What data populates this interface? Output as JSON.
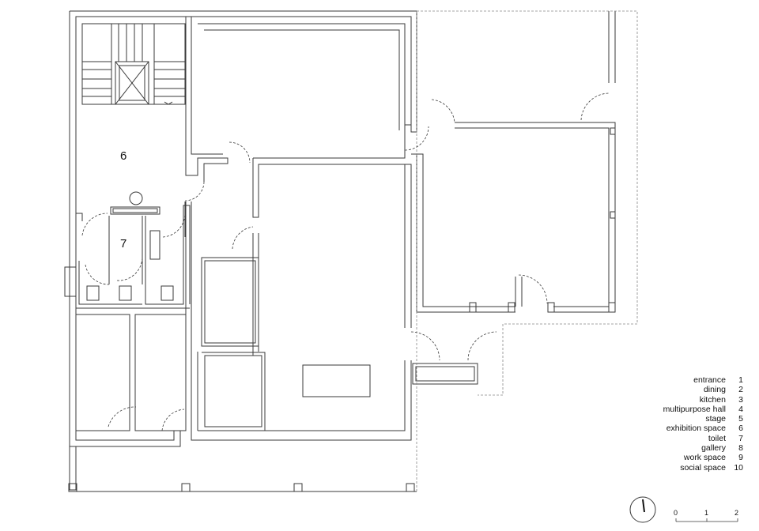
{
  "room_labels": [
    {
      "id": "exhibition",
      "text": "6"
    },
    {
      "id": "toilet",
      "text": "7"
    }
  ],
  "legend": [
    {
      "name": "entrance",
      "number": "1"
    },
    {
      "name": "dining",
      "number": "2"
    },
    {
      "name": "kitchen",
      "number": "3"
    },
    {
      "name": "multipurpose hall",
      "number": "4"
    },
    {
      "name": "stage",
      "number": "5"
    },
    {
      "name": "exhibition space",
      "number": "6"
    },
    {
      "name": "toilet",
      "number": "7"
    },
    {
      "name": "gallery",
      "number": "8"
    },
    {
      "name": "work space",
      "number": "9"
    },
    {
      "name": "social space",
      "number": "10"
    }
  ],
  "scale_bar": {
    "labels": [
      "0",
      "1",
      "2"
    ]
  },
  "colors": {
    "line": "#3a3a3a",
    "dashed": "#888888"
  }
}
